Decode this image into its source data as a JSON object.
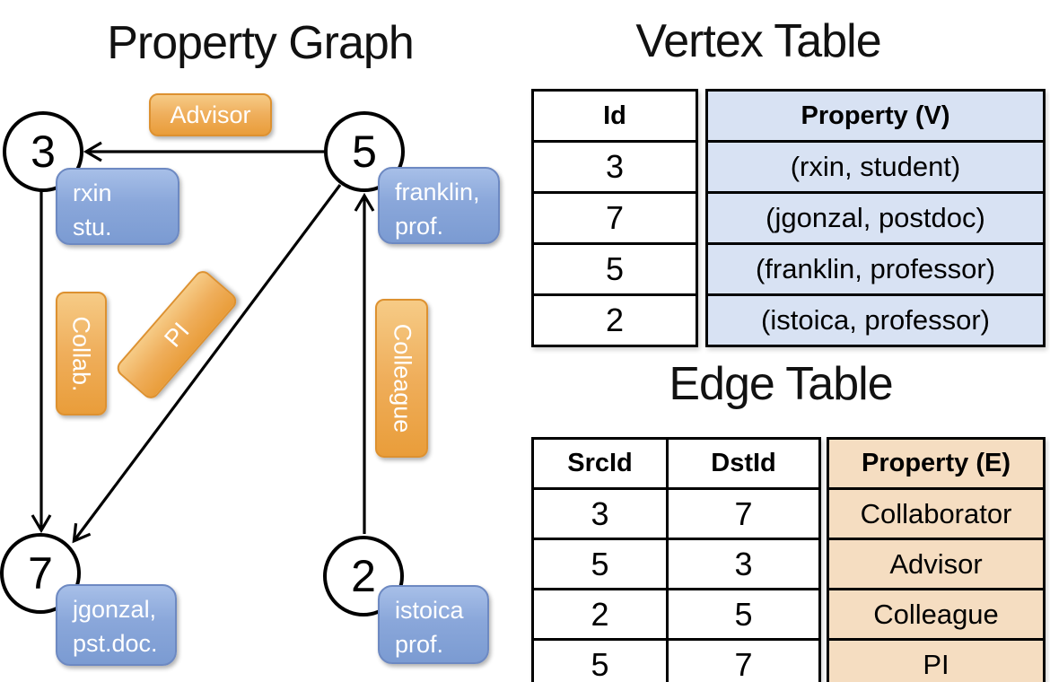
{
  "graph": {
    "title": "Property Graph",
    "nodes": [
      {
        "id": "3",
        "property_line1": "rxin",
        "property_line2": "stu."
      },
      {
        "id": "5",
        "property_line1": "franklin,",
        "property_line2": "prof."
      },
      {
        "id": "7",
        "property_line1": "jgonzal,",
        "property_line2": "pst.doc."
      },
      {
        "id": "2",
        "property_line1": "istoica",
        "property_line2": "prof."
      }
    ],
    "edges": [
      {
        "label": "Advisor",
        "src": "5",
        "dst": "3"
      },
      {
        "label": "Collab.",
        "src": "3",
        "dst": "7"
      },
      {
        "label": "PI",
        "src": "5",
        "dst": "7"
      },
      {
        "label": "Colleague",
        "src": "2",
        "dst": "5"
      }
    ]
  },
  "vertex_table": {
    "title": "Vertex Table",
    "headers": {
      "id": "Id",
      "property": "Property (V)"
    },
    "rows": [
      {
        "id": "3",
        "property": "(rxin, student)"
      },
      {
        "id": "7",
        "property": "(jgonzal, postdoc)"
      },
      {
        "id": "5",
        "property": "(franklin, professor)"
      },
      {
        "id": "2",
        "property": "(istoica, professor)"
      }
    ]
  },
  "edge_table": {
    "title": "Edge Table",
    "headers": {
      "src": "SrcId",
      "dst": "DstId",
      "property": "Property (E)"
    },
    "rows": [
      {
        "src": "3",
        "dst": "7",
        "property": "Collaborator"
      },
      {
        "src": "5",
        "dst": "3",
        "property": "Advisor"
      },
      {
        "src": "2",
        "dst": "5",
        "property": "Colleague"
      },
      {
        "src": "5",
        "dst": "7",
        "property": "PI"
      }
    ]
  },
  "colors": {
    "edge_label_fill": "#EFA94F",
    "vertex_label_fill": "#88A6DA",
    "vertex_table_fill": "#D8E2F3",
    "edge_table_fill": "#F5DDC1",
    "line_color": "#000000"
  }
}
